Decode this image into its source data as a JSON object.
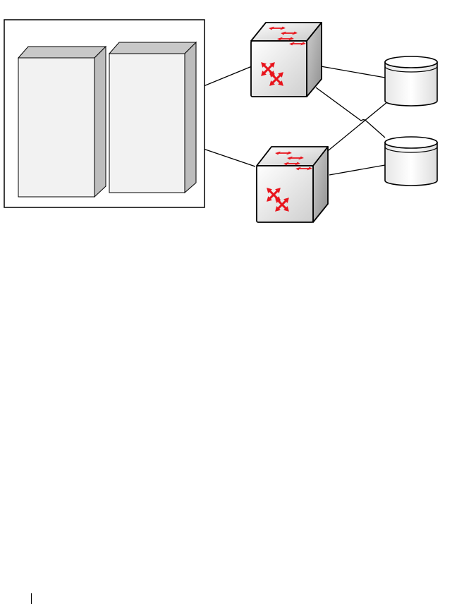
{
  "diagram": {
    "title": "",
    "nodes": [
      {
        "id": "server-enclosure",
        "kind": "enclosure",
        "label": ""
      },
      {
        "id": "server-node-1",
        "kind": "server",
        "label": ""
      },
      {
        "id": "server-node-2",
        "kind": "server",
        "label": ""
      },
      {
        "id": "switch-1",
        "kind": "network-switch",
        "label": "",
        "icon": "switch-arrows-icon"
      },
      {
        "id": "switch-2",
        "kind": "network-switch",
        "label": "",
        "icon": "switch-arrows-icon"
      },
      {
        "id": "storage-1",
        "kind": "storage-array",
        "label": "",
        "icon": "database-cylinder-icon"
      },
      {
        "id": "storage-2",
        "kind": "storage-array",
        "label": "",
        "icon": "database-cylinder-icon"
      }
    ],
    "edges": [
      {
        "from": "server-node-2",
        "to": "switch-1"
      },
      {
        "from": "server-node-2",
        "to": "switch-2"
      },
      {
        "from": "switch-1",
        "to": "storage-1"
      },
      {
        "from": "switch-1",
        "to": "storage-2"
      },
      {
        "from": "switch-2",
        "to": "storage-1"
      },
      {
        "from": "switch-2",
        "to": "storage-2"
      }
    ]
  },
  "colors": {
    "line": "#000000",
    "server_front": "#f2f2f2",
    "server_top": "#c8c8c8",
    "server_side": "#bdbdbd",
    "switch_front": "#f3f3f3",
    "switch_top": "#e2e2e2",
    "switch_side": "#a9a9a9",
    "arrow": "#e8141c",
    "storage_body": "#f2f2f2"
  }
}
